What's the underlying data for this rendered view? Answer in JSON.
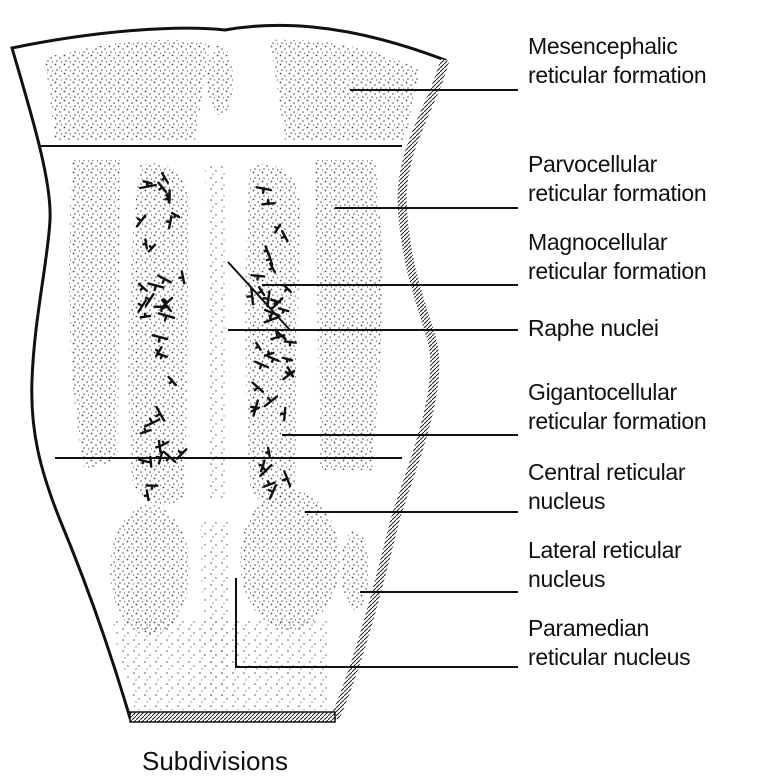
{
  "labels": [
    {
      "key": "mesencephalic",
      "line1": "Mesencephalic",
      "line2": "reticular formation"
    },
    {
      "key": "parvocellular",
      "line1": "Parvocellular",
      "line2": "reticular formation"
    },
    {
      "key": "magnocellular",
      "line1": "Magnocellular",
      "line2": "reticular formation"
    },
    {
      "key": "raphe",
      "line1": "Raphe nuclei"
    },
    {
      "key": "gigantocellular",
      "line1": "Gigantocellular",
      "line2": "reticular formation"
    },
    {
      "key": "central",
      "line1": "Central reticular",
      "line2": "nucleus"
    },
    {
      "key": "lateral",
      "line1": "Lateral reticular",
      "line2": "nucleus"
    },
    {
      "key": "paramedian",
      "line1": "Paramedian",
      "line2": "reticular nucleus"
    }
  ],
  "caption": "Subdivisions",
  "colors": {
    "ink": "#111111",
    "stipple": "#4a4a4a",
    "background": "#ffffff"
  }
}
